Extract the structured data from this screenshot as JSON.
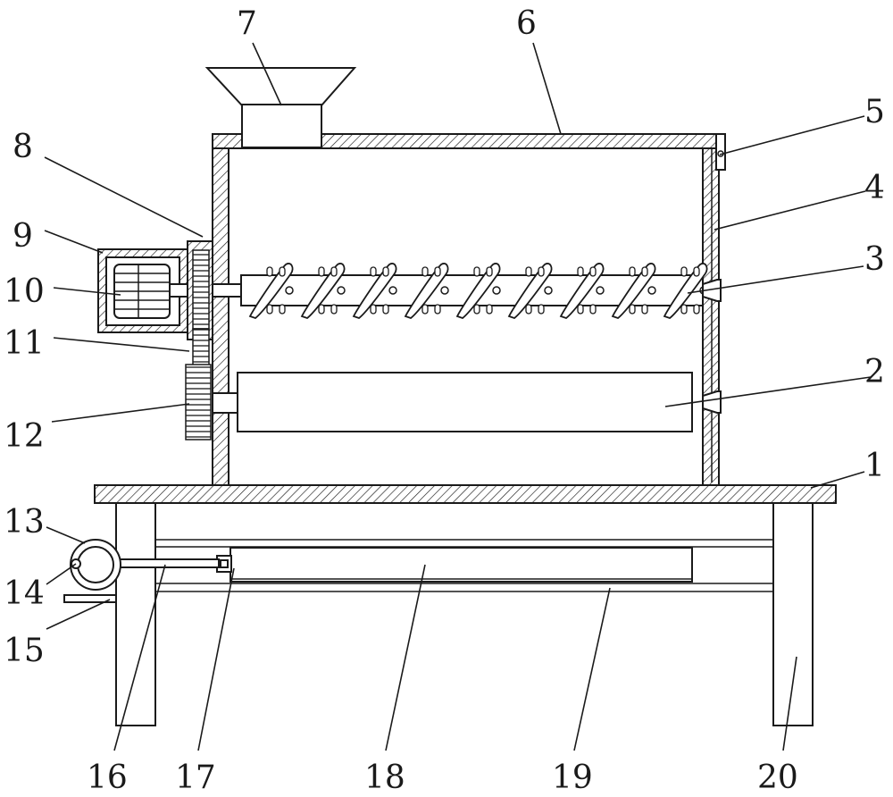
{
  "figure": {
    "callouts": [
      {
        "id": "c1",
        "label": "1"
      },
      {
        "id": "c2",
        "label": "2"
      },
      {
        "id": "c3",
        "label": "3"
      },
      {
        "id": "c4",
        "label": "4"
      },
      {
        "id": "c5",
        "label": "5"
      },
      {
        "id": "c6",
        "label": "6"
      },
      {
        "id": "c7",
        "label": "7"
      },
      {
        "id": "c8",
        "label": "8"
      },
      {
        "id": "c9",
        "label": "9"
      },
      {
        "id": "c10",
        "label": "10"
      },
      {
        "id": "c11",
        "label": "11"
      },
      {
        "id": "c12",
        "label": "12"
      },
      {
        "id": "c13",
        "label": "13"
      },
      {
        "id": "c14",
        "label": "14"
      },
      {
        "id": "c15",
        "label": "15"
      },
      {
        "id": "c16",
        "label": "16"
      },
      {
        "id": "c17",
        "label": "17"
      },
      {
        "id": "c18",
        "label": "18"
      },
      {
        "id": "c19",
        "label": "19"
      },
      {
        "id": "c20",
        "label": "20"
      }
    ]
  }
}
